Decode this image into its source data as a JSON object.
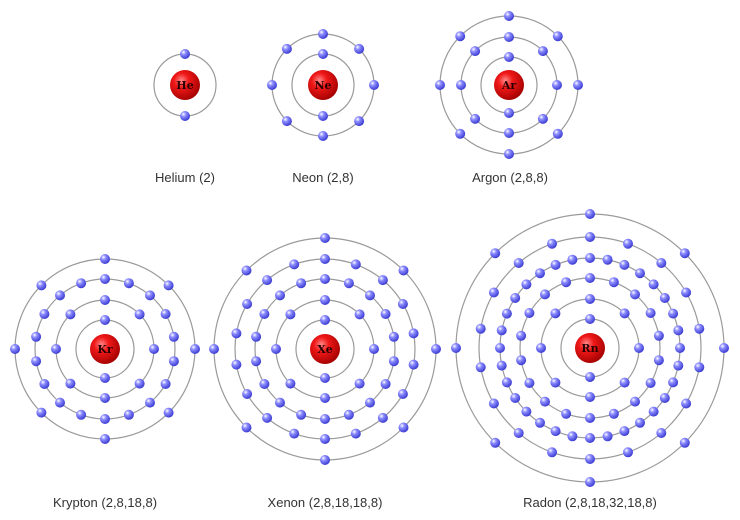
{
  "atoms": [
    {
      "name": "Helium",
      "symbol": "He",
      "label": "Helium (2)",
      "shells": [
        2
      ]
    },
    {
      "name": "Neon",
      "symbol": "Ne",
      "label": "Neon (2,8)",
      "shells": [
        2,
        8
      ]
    },
    {
      "name": "Argon",
      "symbol": "Ar",
      "label": "Argon (2,8,8)",
      "shells": [
        2,
        8,
        8
      ]
    },
    {
      "name": "Krypton",
      "symbol": "Kr",
      "label": "Krypton (2,8,18,8)",
      "shells": [
        2,
        8,
        18,
        8
      ]
    },
    {
      "name": "Xenon",
      "symbol": "Xe",
      "label": "Xenon (2,8,18,18,8)",
      "shells": [
        2,
        8,
        18,
        18,
        8
      ]
    },
    {
      "name": "Radon",
      "symbol": "Rn",
      "label": "Radon (2,8,18,32,18,8)",
      "shells": [
        2,
        8,
        18,
        32,
        18,
        8
      ]
    }
  ],
  "colors": {
    "nucleus": "#e01010",
    "electron": "#5a5af0",
    "orbit": "#9a9a9a",
    "text": "#333333"
  }
}
